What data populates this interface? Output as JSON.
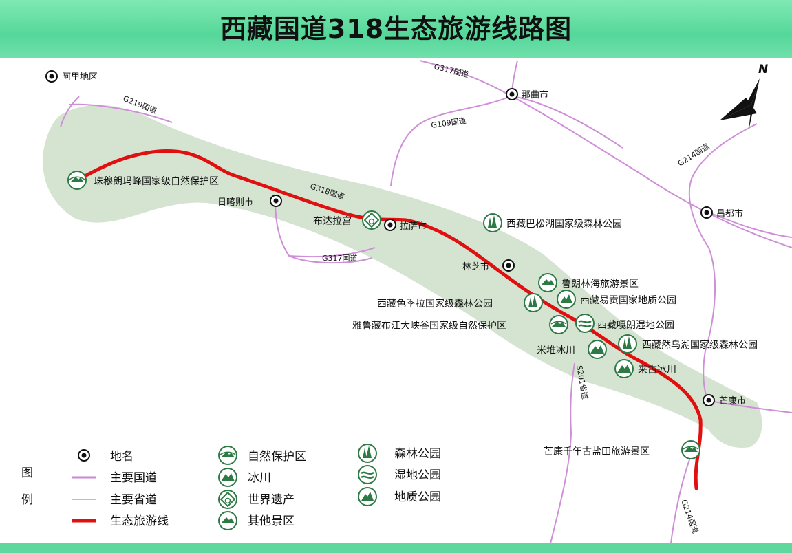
{
  "title": "西藏国道318生态旅游线路图",
  "colors": {
    "header": "#5fd89c",
    "corridor": "#d4e4d1",
    "route": "#e01010",
    "road": "#cf8fd8",
    "icon": "#2e7a45"
  },
  "cities": {
    "ali": "阿里地区",
    "naqu": "那曲市",
    "changdu": "昌都市",
    "rikaze": "日喀则市",
    "lasa": "拉萨市",
    "linzhi": "林芝市",
    "mangkang": "芒康市"
  },
  "roads": {
    "g219": "G219国道",
    "g317_north": "G317国道",
    "g109": "G109国道",
    "g214_north": "G214国道",
    "g318": "G318国道",
    "g317_south": "G317国道",
    "s201": "S201省道",
    "g214_south": "G214国道"
  },
  "attractions": {
    "zhumulangma": "珠穆朗玛峰国家级自然保护区",
    "budala": "布达拉宫",
    "basong": "西藏巴松湖国家级森林公园",
    "lulang": "鲁朗林海旅游景区",
    "yigong": "西藏易贡国家地质公园",
    "sejila": "西藏色季拉国家级森林公园",
    "yarlung": "雅鲁藏布江大峡谷国家级自然保护区",
    "galang": "西藏嘎朗湿地公园",
    "ranwu": "西藏然乌湖国家级森林公园",
    "midui": "米堆冰川",
    "laigu": "来古冰川",
    "yantian": "芒康千年古盐田旅游景区"
  },
  "compass": "N",
  "legend": {
    "title_1": "图",
    "title_2": "例",
    "place": "地名",
    "national_road": "主要国道",
    "provincial_road": "主要省道",
    "eco_route": "生态旅游线",
    "nature_reserve": "自然保护区",
    "glacier": "冰川",
    "world_heritage": "世界遗产",
    "other_scenic": "其他景区",
    "forest_park": "森林公园",
    "wetland_park": "湿地公园",
    "geo_park": "地质公园"
  }
}
